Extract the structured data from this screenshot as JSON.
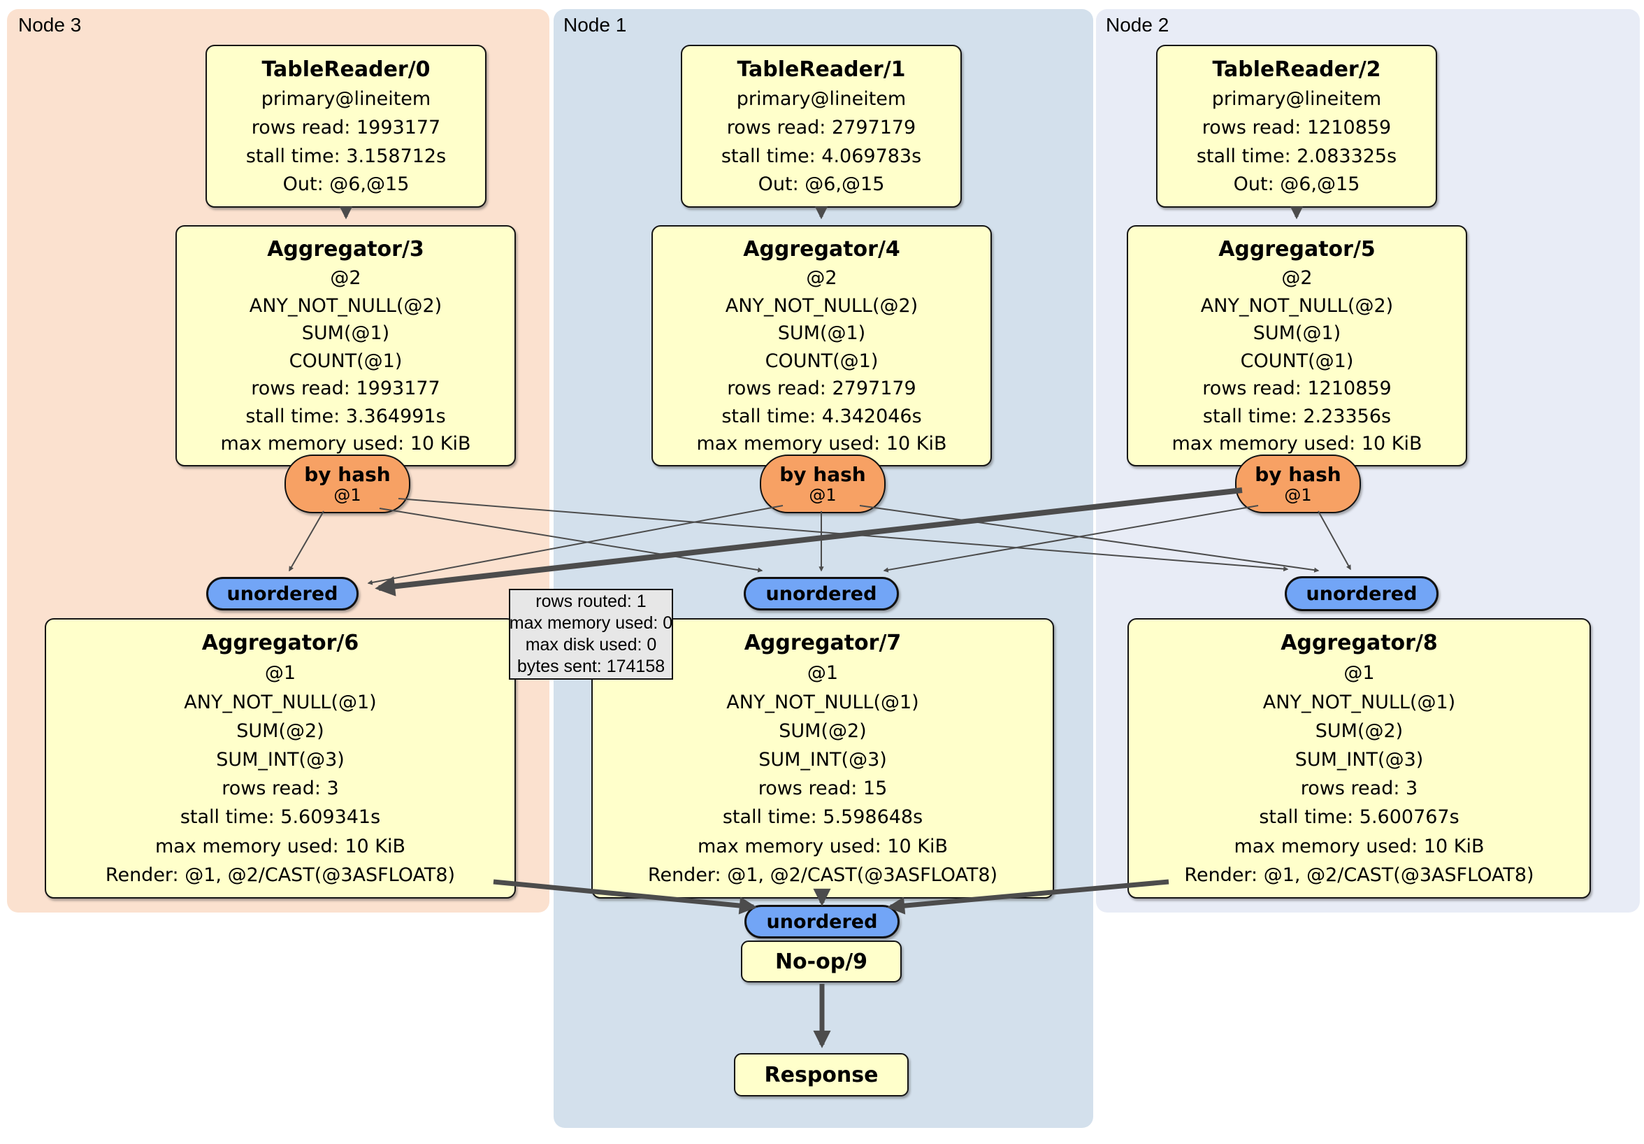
{
  "regions": [
    {
      "label": "Node 3"
    },
    {
      "label": "Node 1"
    },
    {
      "label": "Node 2"
    }
  ],
  "routers": [
    {
      "label": "by hash",
      "sub": "@1"
    },
    {
      "label": "by hash",
      "sub": "@1"
    },
    {
      "label": "by hash",
      "sub": "@1"
    }
  ],
  "syncs": [
    {
      "label": "unordered"
    },
    {
      "label": "unordered"
    },
    {
      "label": "unordered"
    },
    {
      "label": "unordered"
    }
  ],
  "processors": {
    "tr0": {
      "title": "TableReader/0",
      "lines": [
        "primary@lineitem",
        "rows read: 1993177",
        "stall time: 3.158712s",
        "Out: @6,@15"
      ]
    },
    "tr1": {
      "title": "TableReader/1",
      "lines": [
        "primary@lineitem",
        "rows read: 2797179",
        "stall time: 4.069783s",
        "Out: @6,@15"
      ]
    },
    "tr2": {
      "title": "TableReader/2",
      "lines": [
        "primary@lineitem",
        "rows read: 1210859",
        "stall time: 2.083325s",
        "Out: @6,@15"
      ]
    },
    "agg3": {
      "title": "Aggregator/3",
      "lines": [
        "@2",
        "ANY_NOT_NULL(@2)",
        "SUM(@1)",
        "COUNT(@1)",
        "rows read: 1993177",
        "stall time: 3.364991s",
        "max memory used: 10 KiB"
      ]
    },
    "agg4": {
      "title": "Aggregator/4",
      "lines": [
        "@2",
        "ANY_NOT_NULL(@2)",
        "SUM(@1)",
        "COUNT(@1)",
        "rows read: 2797179",
        "stall time: 4.342046s",
        "max memory used: 10 KiB"
      ]
    },
    "agg5": {
      "title": "Aggregator/5",
      "lines": [
        "@2",
        "ANY_NOT_NULL(@2)",
        "SUM(@1)",
        "COUNT(@1)",
        "rows read: 1210859",
        "stall time: 2.23356s",
        "max memory used: 10 KiB"
      ]
    },
    "agg6": {
      "title": "Aggregator/6",
      "lines": [
        "@1",
        "ANY_NOT_NULL(@1)",
        "SUM(@2)",
        "SUM_INT(@3)",
        "rows read: 3",
        "stall time: 5.609341s",
        "max memory used: 10 KiB",
        "Render: @1, @2/CAST(@3ASFLOAT8)"
      ]
    },
    "agg7": {
      "title": "Aggregator/7",
      "lines": [
        "@1",
        "ANY_NOT_NULL(@1)",
        "SUM(@2)",
        "SUM_INT(@3)",
        "rows read: 15",
        "stall time: 5.598648s",
        "max memory used: 10 KiB",
        "Render: @1, @2/CAST(@3ASFLOAT8)"
      ]
    },
    "agg8": {
      "title": "Aggregator/8",
      "lines": [
        "@1",
        "ANY_NOT_NULL(@1)",
        "SUM(@2)",
        "SUM_INT(@3)",
        "rows read: 3",
        "stall time: 5.600767s",
        "max memory used: 10 KiB",
        "Render: @1, @2/CAST(@3ASFLOAT8)"
      ]
    },
    "noop": {
      "title": "No-op/9"
    },
    "response": {
      "title": "Response"
    }
  },
  "tooltip": {
    "lines": [
      "rows routed: 1",
      "max memory used: 0",
      "max disk used: 0",
      "bytes sent: 174158"
    ]
  },
  "colors": {
    "node3_bg": "#fbe1cf",
    "node1_bg": "#d3e0ec",
    "node2_bg": "#e8ecf6",
    "box_bg": "#ffffcb",
    "router_bg": "#f7a164",
    "sync_bg": "#72a5f6",
    "edge": "#4c4c4c",
    "tooltip_bg": "#e7e7e7"
  }
}
